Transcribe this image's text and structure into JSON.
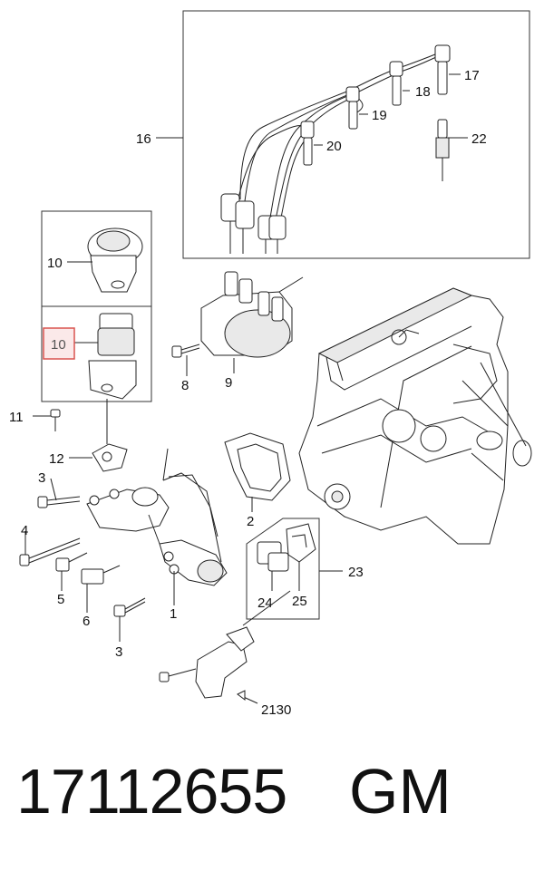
{
  "diagram": {
    "callouts": {
      "c16": "16",
      "c17": "17",
      "c18": "18",
      "c19": "19",
      "c20": "20",
      "c22": "22",
      "c10_top": "10",
      "c10_highlight": "10",
      "c8": "8",
      "c9": "9",
      "c11": "11",
      "c12": "12",
      "c3_top": "3",
      "c4": "4",
      "c5": "5",
      "c6": "6",
      "c1": "1",
      "c3_bottom": "3",
      "c2": "2",
      "c23": "23",
      "c24": "24",
      "c25": "25",
      "c2130": "2130"
    },
    "highlight_color": "#d9534f"
  },
  "footer": {
    "part_number": "17112655",
    "brand": "GM"
  }
}
